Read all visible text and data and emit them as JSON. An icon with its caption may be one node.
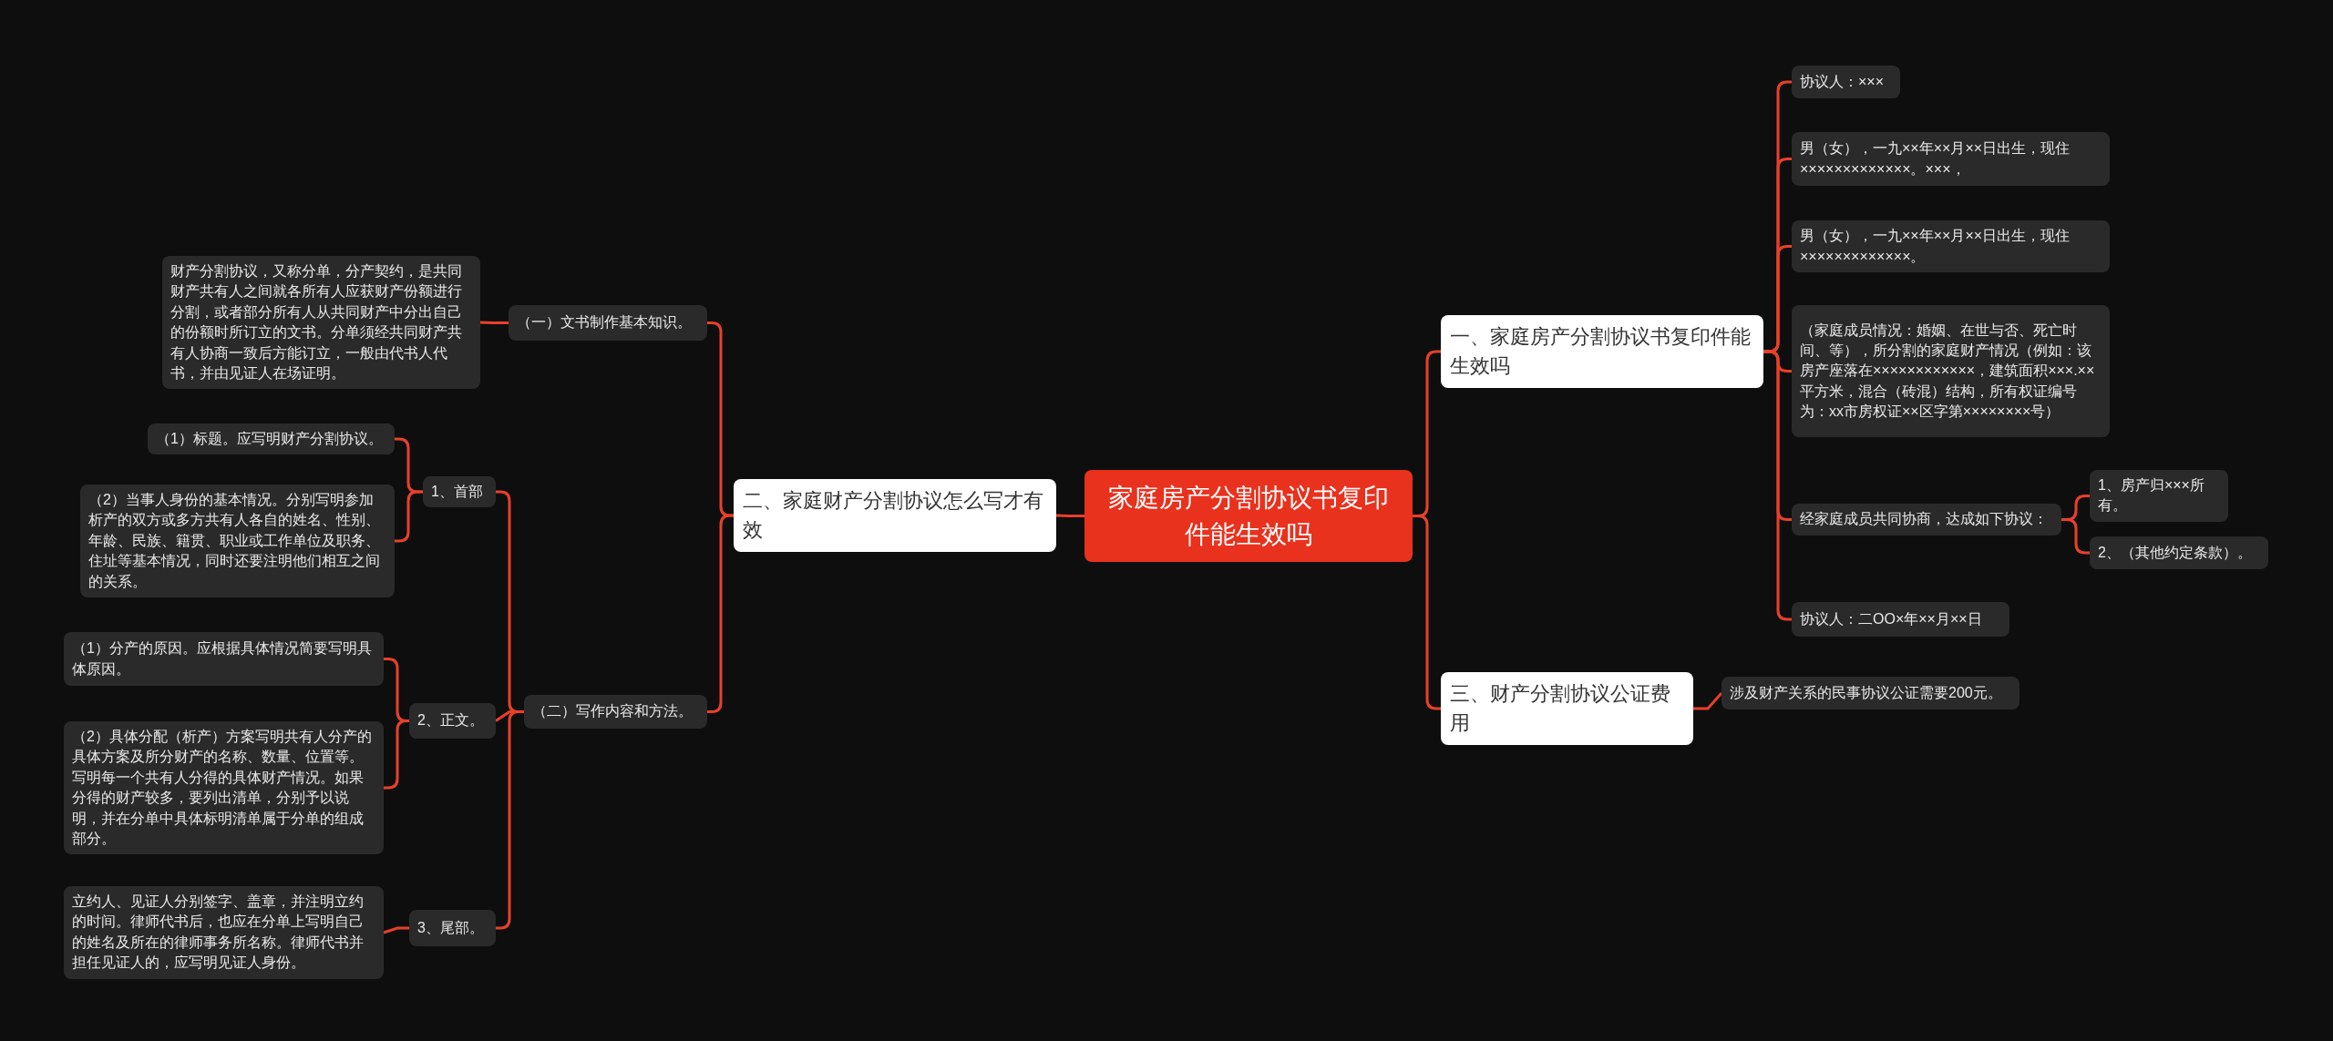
{
  "diagram": {
    "nodes": [
      {
        "text": [
          "家庭房产分割协议书复印件能生效吗"
        ]
      },
      {
        "text": [
          "一、家庭房产分割协议书复印件能生效吗"
        ]
      },
      {
        "text": [
          "协议人：×××"
        ]
      },
      {
        "text": [
          "男（女），一九××年××月××日出生，现住×××××××××××××。×××，"
        ]
      },
      {
        "text": [
          "男（女），一九××年××月××日出生，现住×××××××××××××。"
        ]
      },
      {
        "text": [
          "（家庭成员情况：婚姻、在世与否、死亡时间、等），所分割的家庭财产情况（例如：该房产座落在××××××××××××，建筑面积×××.××平方米，混合（砖混）结构，所有权证编号为：xx市房权证××区字第××××××××号）"
        ]
      },
      {
        "text": [
          "经家庭成员共同协商，达成如下协议："
        ]
      },
      {
        "text": [
          "1、房产归×××所有。"
        ]
      },
      {
        "text": [
          "2、（其他约定条款）。"
        ]
      },
      {
        "text": [
          "协议人：二OO×年××月××日"
        ]
      },
      {
        "text": [
          "三、财产分割协议公证费用"
        ]
      },
      {
        "text": [
          "涉及财产关系的民事协议公证需要200元。"
        ]
      },
      {
        "text": [
          "二、家庭财产分割协议怎么写才有效"
        ]
      },
      {
        "text": [
          "（一）文书制作基本知识。"
        ]
      },
      {
        "text": [
          "财产分割协议，又称分单，分产契约，是共同财产共有人之间就各所有人应获财产份额进行分割，或者部分所有人从共同财产中分出自己的份额时所订立的文书。分单须经共同财产共有人协商一致后方能订立，一般由代书人代书，并由见证人在场证明。"
        ]
      },
      {
        "text": [
          "（二）写作内容和方法。"
        ]
      },
      {
        "text": [
          "1、首部"
        ]
      },
      {
        "text": [
          "（1）标题。应写明财产分割协议。"
        ]
      },
      {
        "text": [
          "（2）当事人身份的基本情况。分别写明参加析产的双方或多方共有人各自的姓名、性别、年龄、民族、籍贯、职业或工作单位及职务、住址等基本情况，同时还要注明他们相互之间的关系。"
        ]
      },
      {
        "text": [
          "2、正文。"
        ]
      },
      {
        "text": [
          "（1）分产的原因。应根据具体情况简要写明具体原因。"
        ]
      },
      {
        "text": [
          "（2）具体分配（析产）方案写明共有人分产的具体方案及所分财产的名称、数量、位置等。写明每一个共有人分得的具体财产情况。如果分得的财产较多，要列出清单，分别予以说明，并在分单中具体标明清单属于分单的组成部分。"
        ]
      },
      {
        "text": [
          "3、尾部。"
        ]
      },
      {
        "text": [
          "立约人、见证人分别签字、盖章，并注明立约的时间。律师代书后，也应在分单上写明自己的姓名及所在的律师事务所名称。律师代书并担任见证人的，应写明见证人身份。"
        ]
      }
    ],
    "edges": [
      {
        "from": 0,
        "to": 1,
        "arrow": "none"
      },
      {
        "from": 1,
        "to": 2,
        "arrow": "none"
      },
      {
        "from": 1,
        "to": 3,
        "arrow": "none"
      },
      {
        "from": 1,
        "to": 4,
        "arrow": "none"
      },
      {
        "from": 1,
        "to": 5,
        "arrow": "none"
      },
      {
        "from": 1,
        "to": 6,
        "arrow": "none"
      },
      {
        "from": 6,
        "to": 7,
        "arrow": "none"
      },
      {
        "from": 6,
        "to": 8,
        "arrow": "none"
      },
      {
        "from": 1,
        "to": 9,
        "arrow": "none"
      },
      {
        "from": 0,
        "to": 10,
        "arrow": "none"
      },
      {
        "from": 10,
        "to": 11,
        "arrow": "none"
      },
      {
        "from": 0,
        "to": 12,
        "arrow": "none"
      },
      {
        "from": 12,
        "to": 13,
        "arrow": "none"
      },
      {
        "from": 13,
        "to": 14,
        "arrow": "none"
      },
      {
        "from": 12,
        "to": 15,
        "arrow": "none"
      },
      {
        "from": 15,
        "to": 16,
        "arrow": "none"
      },
      {
        "from": 16,
        "to": 17,
        "arrow": "none"
      },
      {
        "from": 16,
        "to": 18,
        "arrow": "none"
      },
      {
        "from": 15,
        "to": 19,
        "arrow": "none"
      },
      {
        "from": 19,
        "to": 20,
        "arrow": "none"
      },
      {
        "from": 19,
        "to": 21,
        "arrow": "none"
      },
      {
        "from": 15,
        "to": 22,
        "arrow": "none"
      },
      {
        "from": 22,
        "to": 23,
        "arrow": "none"
      }
    ]
  }
}
